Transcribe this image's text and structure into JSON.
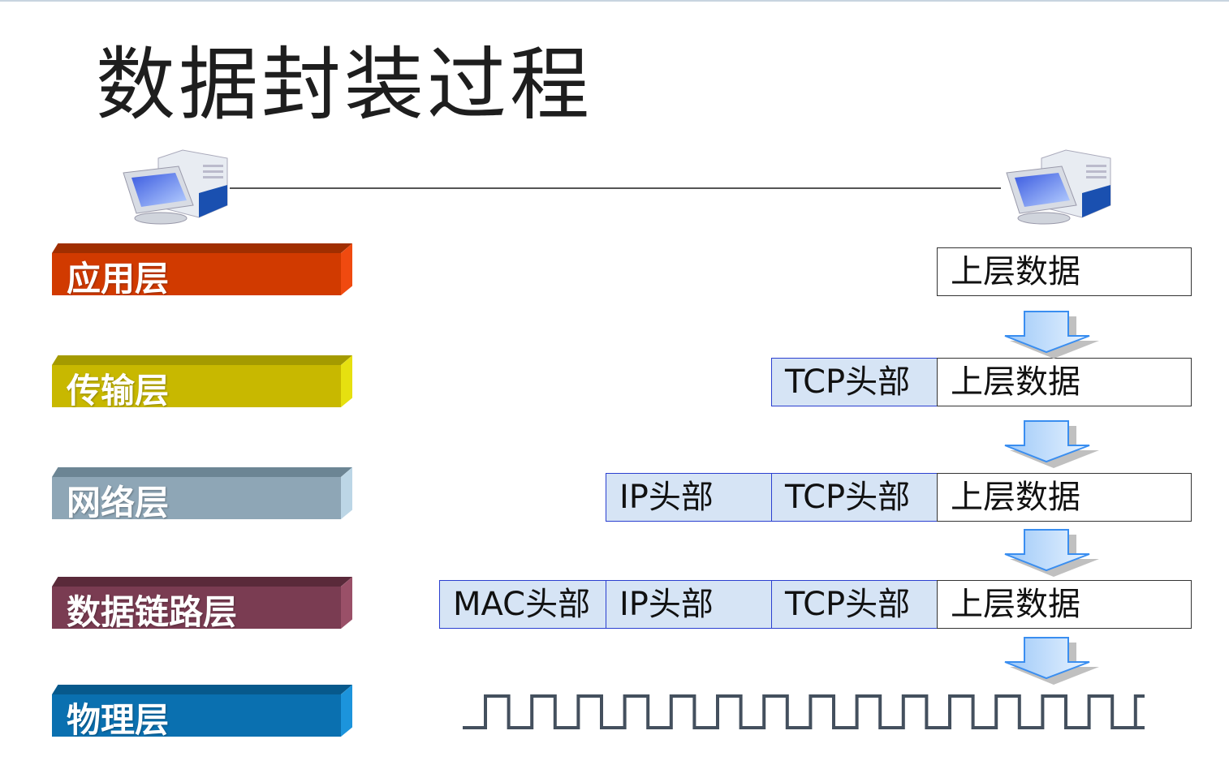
{
  "title": "数据封装过程",
  "layers": [
    {
      "label": "应用层",
      "color": "#d13a00",
      "top": "#a02e00",
      "side": "#f04a10"
    },
    {
      "label": "传输层",
      "color": "#c8b800",
      "top": "#a49a00",
      "side": "#e6e010"
    },
    {
      "label": "网络层",
      "color": "#8ea6b6",
      "top": "#6c8594",
      "side": "#bcd6e6"
    },
    {
      "label": "数据链路层",
      "color": "#7a3c52",
      "top": "#5a2a3a",
      "side": "#9a5068"
    },
    {
      "label": "物理层",
      "color": "#0a70b0",
      "top": "#07598c",
      "side": "#1c94dc"
    }
  ],
  "packets": {
    "data": "上层数据",
    "tcp": "TCP头部",
    "ip": "IP头部",
    "mac": "MAC头部"
  },
  "icons": {
    "computer": "computer-icon",
    "arrow": "arrow-down-icon",
    "signal": "square-wave"
  }
}
